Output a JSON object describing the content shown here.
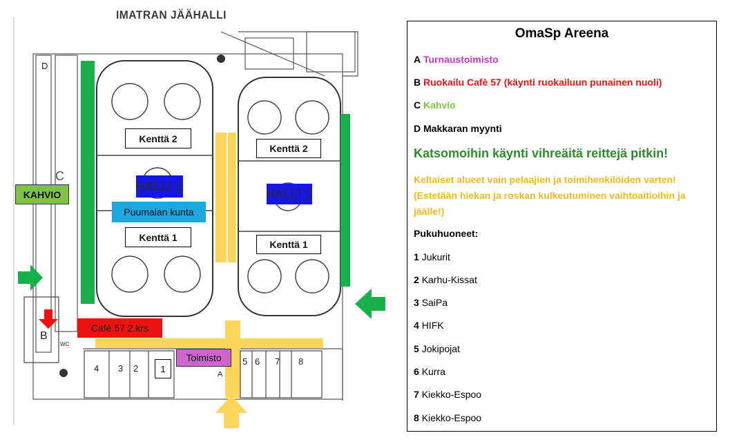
{
  "map": {
    "title": "IMATRAN JÄÄHALLI",
    "labels": {
      "kahvio": "KAHVIO",
      "halli1": "HALLI 1",
      "halli2": "HALLI 2",
      "h1_kentta2": "Kenttä 2",
      "h1_kentta1": "Kenttä 1",
      "h2_kentta2": "Kenttä 2",
      "h2_kentta1": "Kenttä 1",
      "puumala": "Puumalan kunta",
      "cafe": "Café 57 2.krs",
      "toimisto": "Toimisto",
      "room1": "1",
      "room2": "2",
      "room3": "3",
      "room4": "4",
      "room5": "5",
      "room6": "6",
      "room7": "7",
      "room8": "8",
      "zone_a": "A",
      "zone_b": "B",
      "zone_c": "C",
      "zone_d": "D",
      "wc": "WC"
    },
    "colors": {
      "green": "#18b04a",
      "yellow": "#fbd55a",
      "red": "#ee1111",
      "cyan": "#1ea7df",
      "pink": "#cc66cc",
      "blue": "#1717e0",
      "kahvio_bg": "#7dc243"
    }
  },
  "legend": {
    "title": "OmaSp Areena",
    "a_key": "A",
    "a_text": "Turnaustoimisto",
    "b_key": "B",
    "b_text": "Ruokailu Cafè 57  (käynti ruokailuun punainen nuoli)",
    "c_key": "C",
    "c_text": "Kahvio",
    "d_key": "D",
    "d_text": "Makkaran myynti",
    "green_note": "Katsomoihin käynti vihreäitä reittejä pitkin!",
    "yellow_note_1": "Keltaiset alueet vain pelaajien ja toimihenkilöiden varten!",
    "yellow_note_2": "(Estetään hiekan ja roskan kulkeutuminen vaihtoaitioihin ja",
    "yellow_note_3": "jäälle!)",
    "rooms_heading": "Pukuhuoneet:",
    "rooms": [
      {
        "num": "1",
        "team": "Jukurit"
      },
      {
        "num": "2",
        "team": "Karhu-Kissat"
      },
      {
        "num": "3",
        "team": "SaiPa"
      },
      {
        "num": "4",
        "team": "HIFK"
      },
      {
        "num": "5",
        "team": "Jokipojat"
      },
      {
        "num": "6",
        "team": "Kurra"
      },
      {
        "num": "7",
        "team": "Kiekko-Espoo"
      },
      {
        "num": "8",
        "team": "Kiekko-Espoo"
      }
    ],
    "colors": {
      "pink": "#cc33cc",
      "red": "#ee1111",
      "lime": "#7dc243",
      "green": "#2e8b2e",
      "yellow": "#f2b81b"
    }
  }
}
